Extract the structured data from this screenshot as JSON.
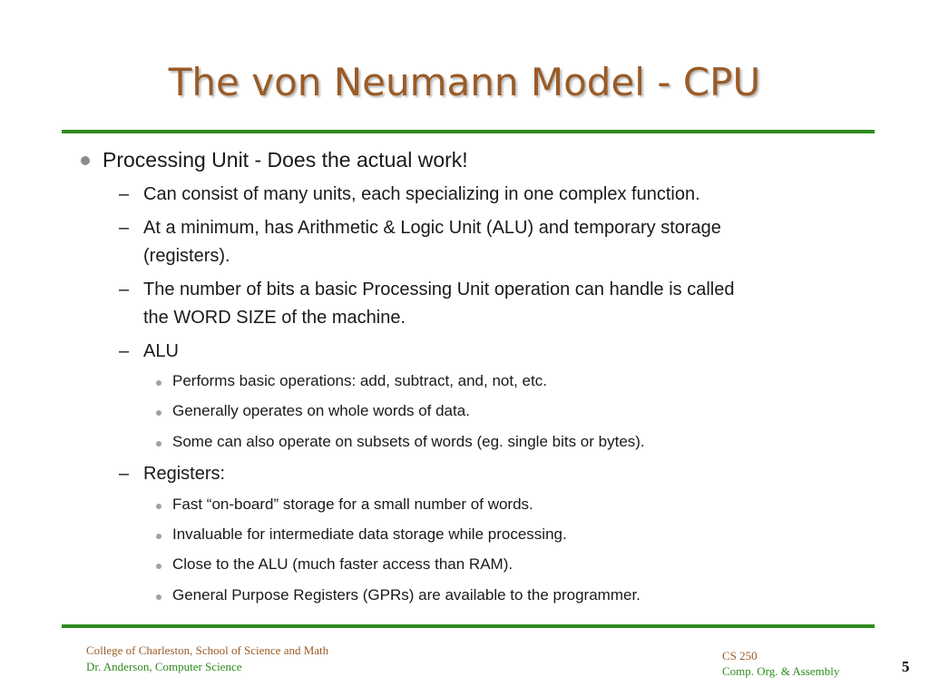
{
  "slide": {
    "title": "The von Neumann Model - CPU",
    "page_number": "5",
    "colors": {
      "title": "#9a5b27",
      "rule": "#2e8b1e",
      "footer_line1": "#9a5b27",
      "footer_line2": "#2e8b1e"
    }
  },
  "bullets": {
    "b1": "Processing Unit - Does the actual work!",
    "b1_1": "Can consist of many units, each specializing in one complex function.",
    "b1_2_line1": "At a minimum, has Arithmetic & Logic Unit (ALU) and temporary storage",
    "b1_2_line2": "(registers).",
    "b1_3_line1": "The number of bits a basic Processing Unit operation can handle is called",
    "b1_3_line2": "the WORD SIZE of the machine.",
    "b1_4": "ALU",
    "b1_4_1": "Performs basic operations: add, subtract, and, not, etc.",
    "b1_4_2": "Generally operates on whole words of data.",
    "b1_4_3": "Some can also operate on subsets of words (eg. single bits or bytes).",
    "b1_5": "Registers:",
    "b1_5_1": "Fast “on-board” storage for a small number of words.",
    "b1_5_2": "Invaluable for intermediate data storage while processing.",
    "b1_5_3": "Close to the ALU (much faster access than RAM).",
    "b1_5_4": "General Purpose Registers (GPRs) are available to the programmer."
  },
  "dash_glyph": "–",
  "footer": {
    "left_line1": "College of Charleston, School of Science and Math",
    "left_line2": "Dr. Anderson, Computer Science",
    "right_line1": "CS 250",
    "right_line2": "Comp. Org. & Assembly"
  }
}
